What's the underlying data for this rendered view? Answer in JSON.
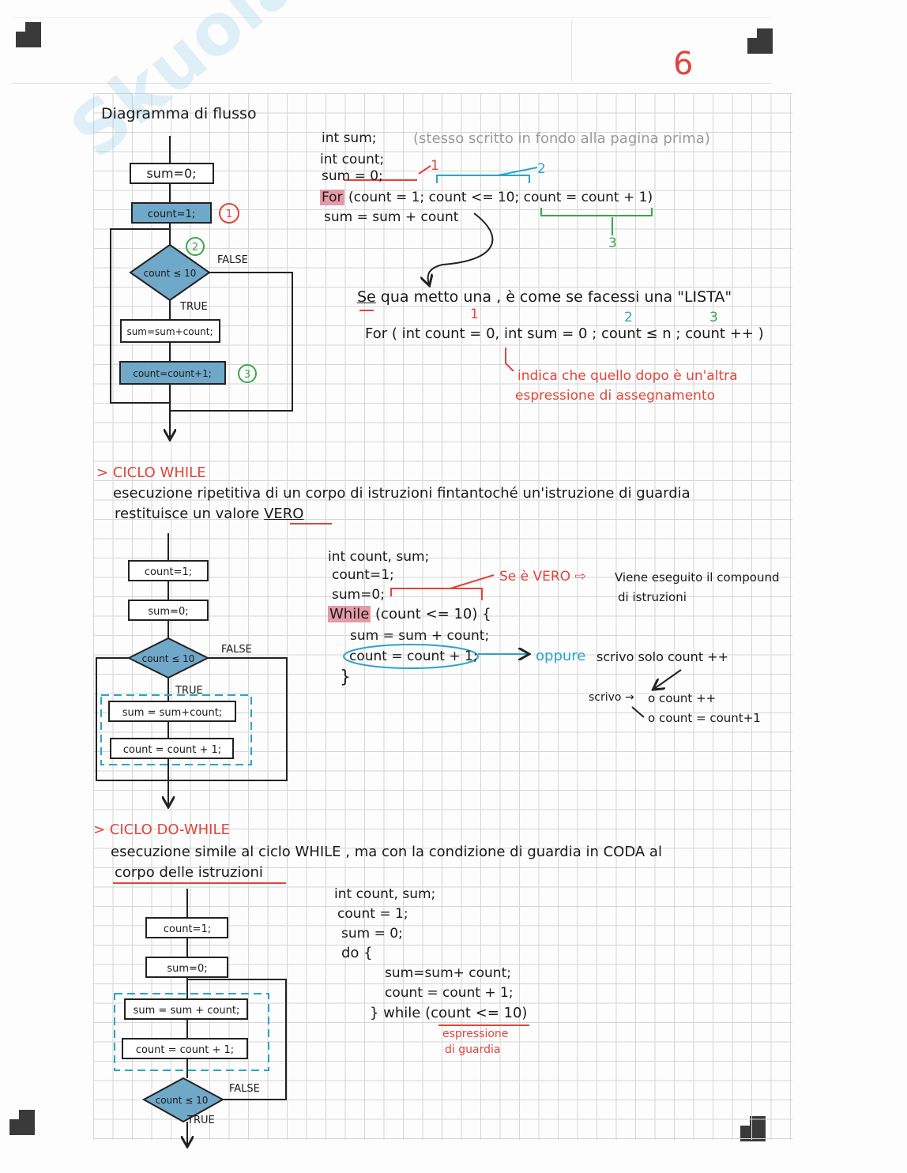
{
  "page_number": "6",
  "watermark": "Skuola.net",
  "section1": {
    "title": "Diagramma di flusso",
    "flow": {
      "box1": "sum=0;",
      "box2": "count=1;",
      "cond": "count ≤ 10",
      "box3": "sum=sum+count;",
      "box4": "count=count+1;",
      "false_label": "FALSE",
      "true_label": "TRUE",
      "marker1": "1",
      "marker2": "2",
      "marker3": "3"
    },
    "code": {
      "line1": "int sum;",
      "line2": "int count;",
      "line3": "sum = 0;",
      "for_kw": "For",
      "init": "(count = 1;",
      "cond": "count <= 10;",
      "incr": "count = count + 1)",
      "body": "sum = sum + count",
      "note": "(stesso scritto in fondo alla pagina prima)",
      "label1": "1",
      "label2": "2",
      "label3": "3"
    },
    "explain": {
      "intro_se": "Se",
      "intro_rest": "qua metto una  ,  è come se facessi una \"LISTA\"",
      "for_line": "For ( int count = 0, int sum = 0 ; count ≤ n ; count ++ )",
      "label1": "1",
      "label2": "2",
      "label3": "3",
      "note_line1": "indica che quello dopo è un'altra",
      "note_line2": "espressione di assegnamento"
    }
  },
  "section2": {
    "heading": "> CICLO WHILE",
    "desc_line1": "esecuzione ripetitiva di un corpo di istruzioni fintantoché un'istruzione di guardia",
    "desc_line2a": "restituisce un valore",
    "desc_line2b": "VERO",
    "flow": {
      "box1": "count=1;",
      "box2": "sum=0;",
      "cond": "count ≤ 10",
      "box3": "sum = sum+count;",
      "box4": "count = count + 1;",
      "false_label": "FALSE",
      "true_label": "TRUE"
    },
    "code": {
      "line1": "int count, sum;",
      "line2": "count=1;",
      "line3": "sum=0;",
      "while_kw": "While",
      "cond": "(count <= 10)  {",
      "body1": "sum = sum + count;",
      "body2": "count = count + 1;",
      "close": "}"
    },
    "note_true": "Se è VERO ⇨",
    "note_true_rest": "Viene eseguito il compound",
    "note_true_rest2": "di istruzioni",
    "oppure": "oppure",
    "oppure_rest": "scrivo solo count ++",
    "scrivo": "scrivo →",
    "opt1": "o  count ++",
    "opt2": "o  count = count+1"
  },
  "section3": {
    "heading": "> CICLO DO-WHILE",
    "desc_line1": "esecuzione simile al ciclo WHILE , ma con la condizione di guardia in CODA al",
    "desc_line2": "corpo delle istruzioni",
    "flow": {
      "box1": "count=1;",
      "box2": "sum=0;",
      "box3": "sum = sum + count;",
      "box4": "count = count + 1;",
      "cond": "count ≤ 10",
      "false_label": "FALSE",
      "true_label": "TRUE"
    },
    "code": {
      "line1": "int count, sum;",
      "line2": "count = 1;",
      "line3": "sum = 0;",
      "line4": "do {",
      "body1": "sum=sum+ count;",
      "body2": "count = count + 1;",
      "line5": "} while (count <= 10)",
      "note1": "espressione",
      "note2": "di guardia"
    }
  }
}
